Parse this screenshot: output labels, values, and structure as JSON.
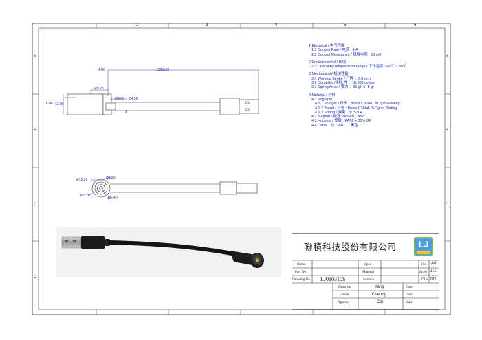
{
  "sheet": {
    "column_markers": [
      "2",
      "3",
      "4",
      "5",
      "6"
    ],
    "row_markers": [
      "A",
      "B",
      "C",
      "D"
    ]
  },
  "specs": [
    {
      "title": "1.Electrical / 电气性能",
      "items": [
        {
          "text": "1.1 Current Rate / 电流 : 4 A",
          "level": 1
        },
        {
          "text": "1.2 Contact Resistance / 接触电阻 : 50 m0",
          "level": 1
        }
      ]
    },
    {
      "title": "2.Environmental / 环境",
      "items": [
        {
          "text": "2.1 Operating temperature range / 工作温度 :-40℃ ~ 80℃",
          "level": 1
        }
      ]
    },
    {
      "title": "3.Mechanical / 机械性能",
      "items": [
        {
          "text": "3.1 Working Stroke / 行程 ：0.8 mm",
          "level": 1
        },
        {
          "text": "3.2 Durability / 耐久性 ：10,000 cycles",
          "level": 1
        },
        {
          "text": "3.3 Spring force / 弹力 ：35 gf +/- 5 gf",
          "level": 1
        }
      ]
    },
    {
      "title": "4.Material / 材料",
      "items": [
        {
          "text": "4.1 Pogo pin",
          "level": 1
        },
        {
          "text": "4.1.1 Plunger / 针头 : Brass C3604, 3u\" gold Plating",
          "level": 2
        },
        {
          "text": "4.1.2 Barrel / 针管 : Brass C3604, 3u\" gold Plating",
          "level": 2
        },
        {
          "text": "4.1.3 Spring / 弹簧 : SUS304",
          "level": 2
        },
        {
          "text": "4.2 Magnet / 磁铁: NdFeB , N52",
          "level": 1
        },
        {
          "text": "4.3 Housing / 塑胶 : PA66 + 30% GF",
          "level": 1
        },
        {
          "text": "4.4 Cable / 线 : PVC ， 黑色",
          "level": 1
        }
      ]
    }
  ],
  "drawing": {
    "side_view": {
      "dim_length": "1000±30",
      "dim_offset": "4.00",
      "dim_head": "Ø9.20",
      "dim_body": "Ø9.00",
      "dim_cable": "Ø4.50",
      "dim_height_outer": "16.00",
      "dim_height_inner": "13.00",
      "pin_label": "1"
    },
    "front_view": {
      "dim_outer": "Ø13.20",
      "dim_ring": "Ø9.20",
      "dim_inner": "Ø3.20",
      "dim_pin": "Ø2.40"
    }
  },
  "title_block": {
    "company": "聯積科技股份有限公司",
    "logo_text": "LJ",
    "labels": {
      "name": "Name",
      "part_no": "Part No.",
      "drawing_no": "Drawing No.",
      "spec": "Spec",
      "material": "Material",
      "surface": "Surface",
      "ver": "Ver.",
      "scale": "Scale",
      "dim": "DIM",
      "drawing": "Drawing",
      "check": "Check",
      "approve": "Approve",
      "date": "Date"
    },
    "values": {
      "drawing_no": "LJ010310S",
      "ver": "A0",
      "scale": "1:1",
      "dim": "mm",
      "drawing_by": "Yang",
      "check_by": "Cheung",
      "approve_by": "Cai"
    }
  }
}
